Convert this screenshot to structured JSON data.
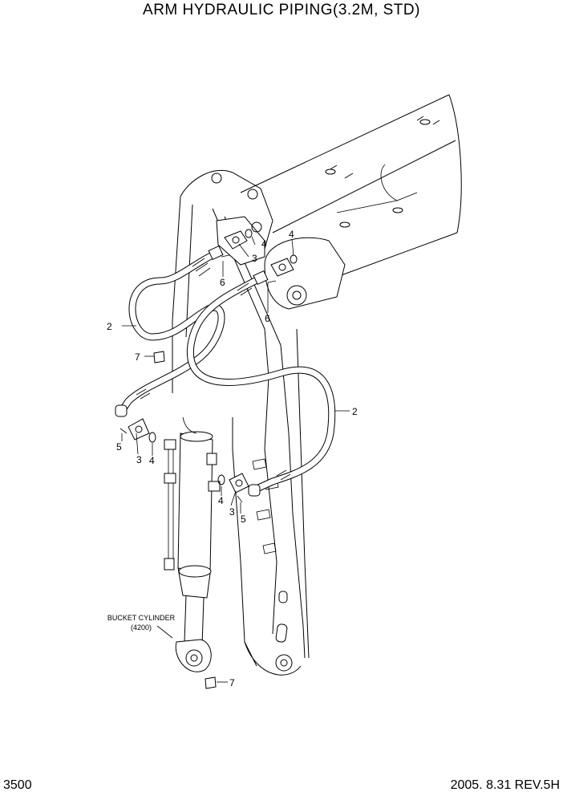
{
  "title": "ARM HYDRAULIC PIPING(3.2M, STD)",
  "page_number": "3500",
  "revision": "2005. 8.31 REV.5H",
  "cylinder_note": {
    "line1": "BUCKET CYLINDER",
    "line2": "(4200)"
  },
  "callouts": {
    "hose_left": "2",
    "hose_right": "2",
    "flange_top_a": "3",
    "flange_mid_left": "3",
    "flange_mid_right": "3",
    "oring_top_a": "4",
    "oring_top_b": "4",
    "oring_mid_left": "4",
    "oring_mid_right": "4",
    "bolt_mid_left": "5",
    "bolt_mid_right": "5",
    "bolt_top_a": "6",
    "bolt_top_b": "6",
    "grease_top": "7",
    "grease_bottom": "7"
  }
}
